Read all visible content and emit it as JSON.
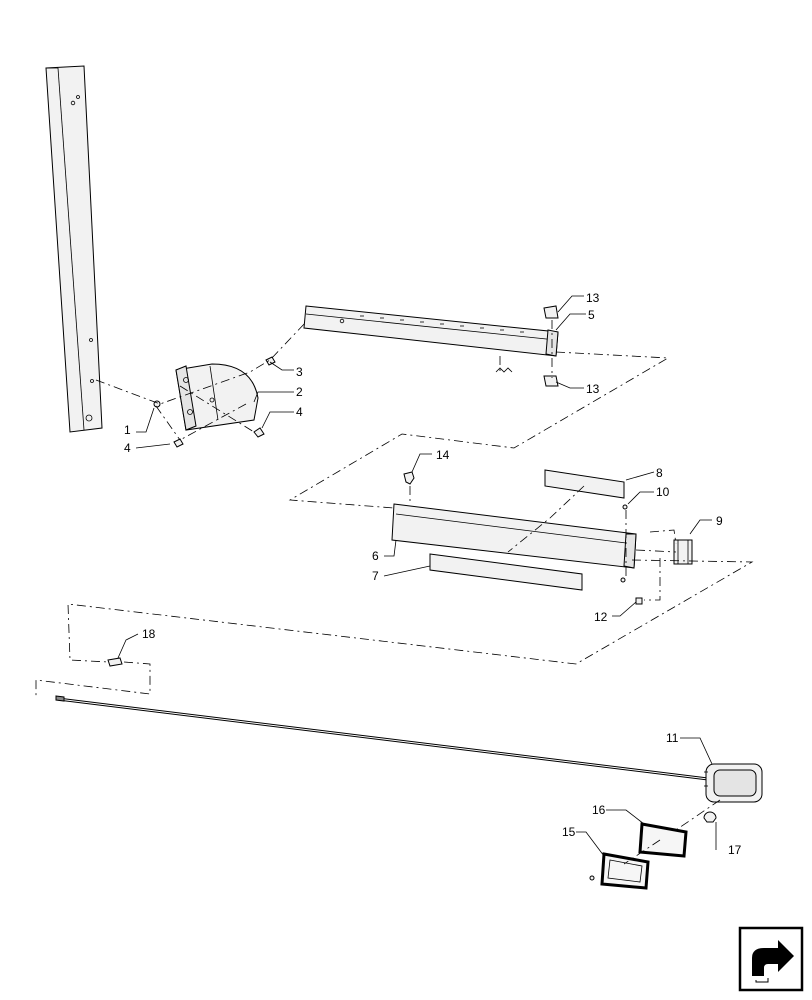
{
  "callouts": {
    "c1": "1",
    "c2": "2",
    "c3": "3",
    "c4a": "4",
    "c4b": "4",
    "c5": "5",
    "c6": "6",
    "c7": "7",
    "c8": "8",
    "c9": "9",
    "c10": "10",
    "c11": "11",
    "c12": "12",
    "c13a": "13",
    "c13b": "13",
    "c14": "14",
    "c15": "15",
    "c16": "16",
    "c17": "17",
    "c18": "18"
  },
  "icons": {
    "nav": "next-page-arrow-icon"
  }
}
